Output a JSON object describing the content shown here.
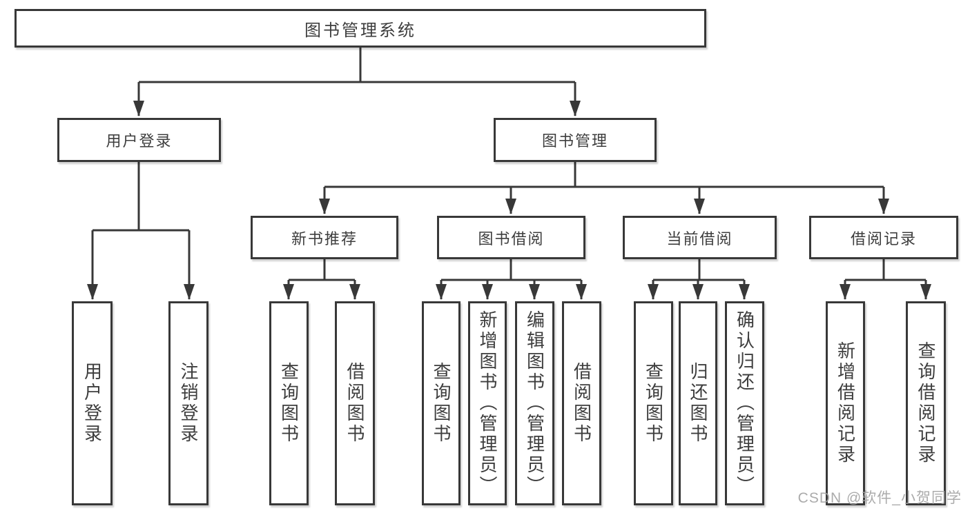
{
  "diagram": {
    "root": {
      "label": "图书管理系统"
    },
    "level2": {
      "user_login": {
        "label": "用户登录"
      },
      "book_management": {
        "label": "图书管理"
      }
    },
    "level3": {
      "new_book_recommend": {
        "label": "新书推荐"
      },
      "book_borrowing": {
        "label": "图书借阅"
      },
      "current_borrowing": {
        "label": "当前借阅"
      },
      "borrow_records": {
        "label": "借阅记录"
      }
    },
    "leaves": {
      "user_login": {
        "label": "用户登录"
      },
      "logout": {
        "label": "注销登录"
      },
      "nb_query_books": {
        "label": "查询图书"
      },
      "nb_borrow_books": {
        "label": "借阅图书"
      },
      "bb_query_books": {
        "label": "查询图书"
      },
      "bb_add_books_admin": {
        "label": "新增图书（管理员）"
      },
      "bb_edit_books_admin": {
        "label": "编辑图书（管理员）"
      },
      "bb_borrow_books": {
        "label": "借阅图书"
      },
      "cb_query_books": {
        "label": "查询图书"
      },
      "cb_return_books": {
        "label": "归还图书"
      },
      "cb_confirm_return_admin": {
        "label": "确认归还（管理员）"
      },
      "br_add_record": {
        "label": "新增借阅记录"
      },
      "br_query_record": {
        "label": "查询借阅记录"
      }
    },
    "watermark": "CSDN @软件_小贺同学",
    "colors": {
      "line": "#383838",
      "border": "#383838",
      "text": "#3d3d3d",
      "watermark": "#a3a3a3",
      "background": "#ffffff"
    }
  }
}
